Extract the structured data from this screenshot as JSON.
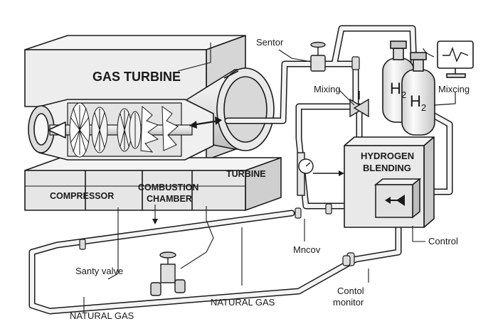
{
  "labels": {
    "gas_turbine": "GAS TURBINE",
    "compressor": "COMPRESSOR",
    "combustion_1": "COMBUSTION",
    "combustion_2": "CHAMBER",
    "turbine": "TURBINE",
    "sentor": "Sentor",
    "mixing": "Mixing",
    "h2_a": "H",
    "h2_b": "H",
    "h2_sub": "2",
    "mixcing": "Mixcing",
    "hydrogen_1": "HYDROGEN",
    "hydrogen_2": "BLENDING",
    "control": "Control",
    "mncov": "Mncov",
    "santy_valve": "Santy valve",
    "natural_gas_left": "NATURAL GAS",
    "natural_gas_mid": "NATURAL GAS",
    "contol_1": "Contol",
    "contol_2": "monitor"
  },
  "colors": {
    "line": "#1a1a1a",
    "pipe": "#f2f2f2",
    "panel": "#ececec",
    "shade": "#cfcfcf",
    "dark": "#8a8a8a"
  },
  "icons": {
    "monitor": "monitor-icon",
    "flow_arrow": "double-arrow-icon",
    "gauge": "pressure-gauge-icon"
  }
}
